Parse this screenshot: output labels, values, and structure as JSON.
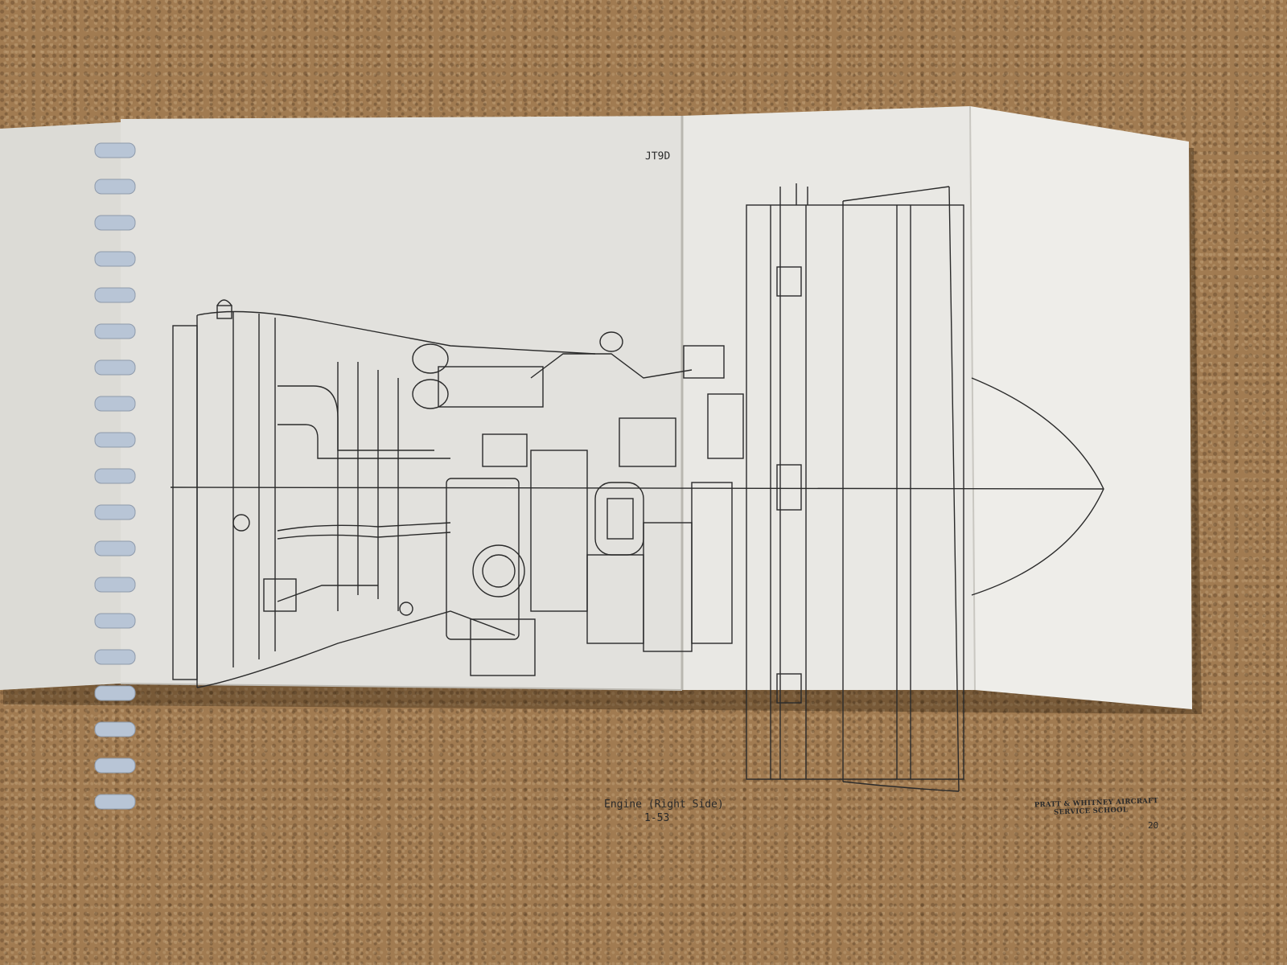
{
  "document": {
    "header_model": "JT9D",
    "caption_title": "Engine (Right Side)",
    "figure_number": "1-53",
    "publisher_line1": "PRATT & WHITNEY AIRCRAFT",
    "publisher_line2": "SERVICE SCHOOL",
    "page_number": "20"
  },
  "colors": {
    "cork": "#a17b51",
    "paper": "#e4e3df",
    "paper_right": "#eceae6",
    "binding": "#b9c6d6",
    "ink": "#2a2a2a"
  }
}
